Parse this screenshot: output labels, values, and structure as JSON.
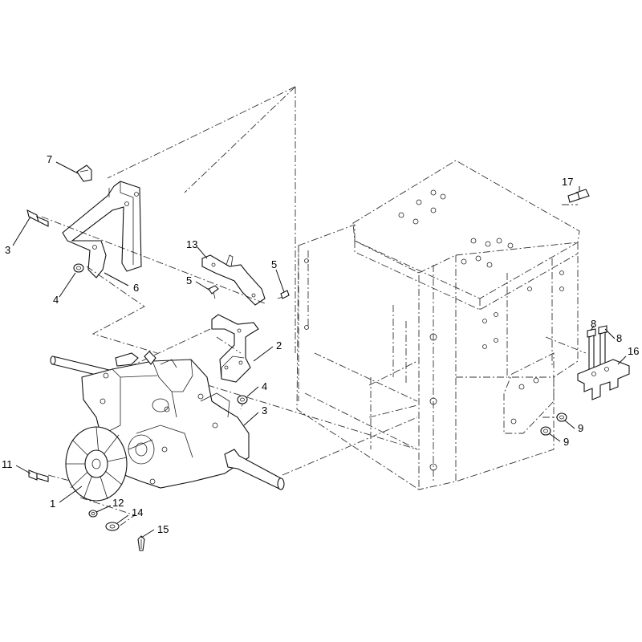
{
  "callouts": [
    {
      "id": "c1",
      "text": "1"
    },
    {
      "id": "c2",
      "text": "2"
    },
    {
      "id": "c3a",
      "text": "3"
    },
    {
      "id": "c3b",
      "text": "3"
    },
    {
      "id": "c4a",
      "text": "4"
    },
    {
      "id": "c4b",
      "text": "4"
    },
    {
      "id": "c5a",
      "text": "5"
    },
    {
      "id": "c5b",
      "text": "5"
    },
    {
      "id": "c6",
      "text": "6"
    },
    {
      "id": "c7",
      "text": "7"
    },
    {
      "id": "c8a",
      "text": "8"
    },
    {
      "id": "c8b",
      "text": "8"
    },
    {
      "id": "c9a",
      "text": "9"
    },
    {
      "id": "c9b",
      "text": "9"
    },
    {
      "id": "c11",
      "text": "11"
    },
    {
      "id": "c12",
      "text": "12"
    },
    {
      "id": "c13",
      "text": "13"
    },
    {
      "id": "c14",
      "text": "14"
    },
    {
      "id": "c15",
      "text": "15"
    },
    {
      "id": "c16",
      "text": "16"
    },
    {
      "id": "c17",
      "text": "17"
    }
  ],
  "colors": {
    "line": "#111111",
    "background": "#ffffff"
  }
}
